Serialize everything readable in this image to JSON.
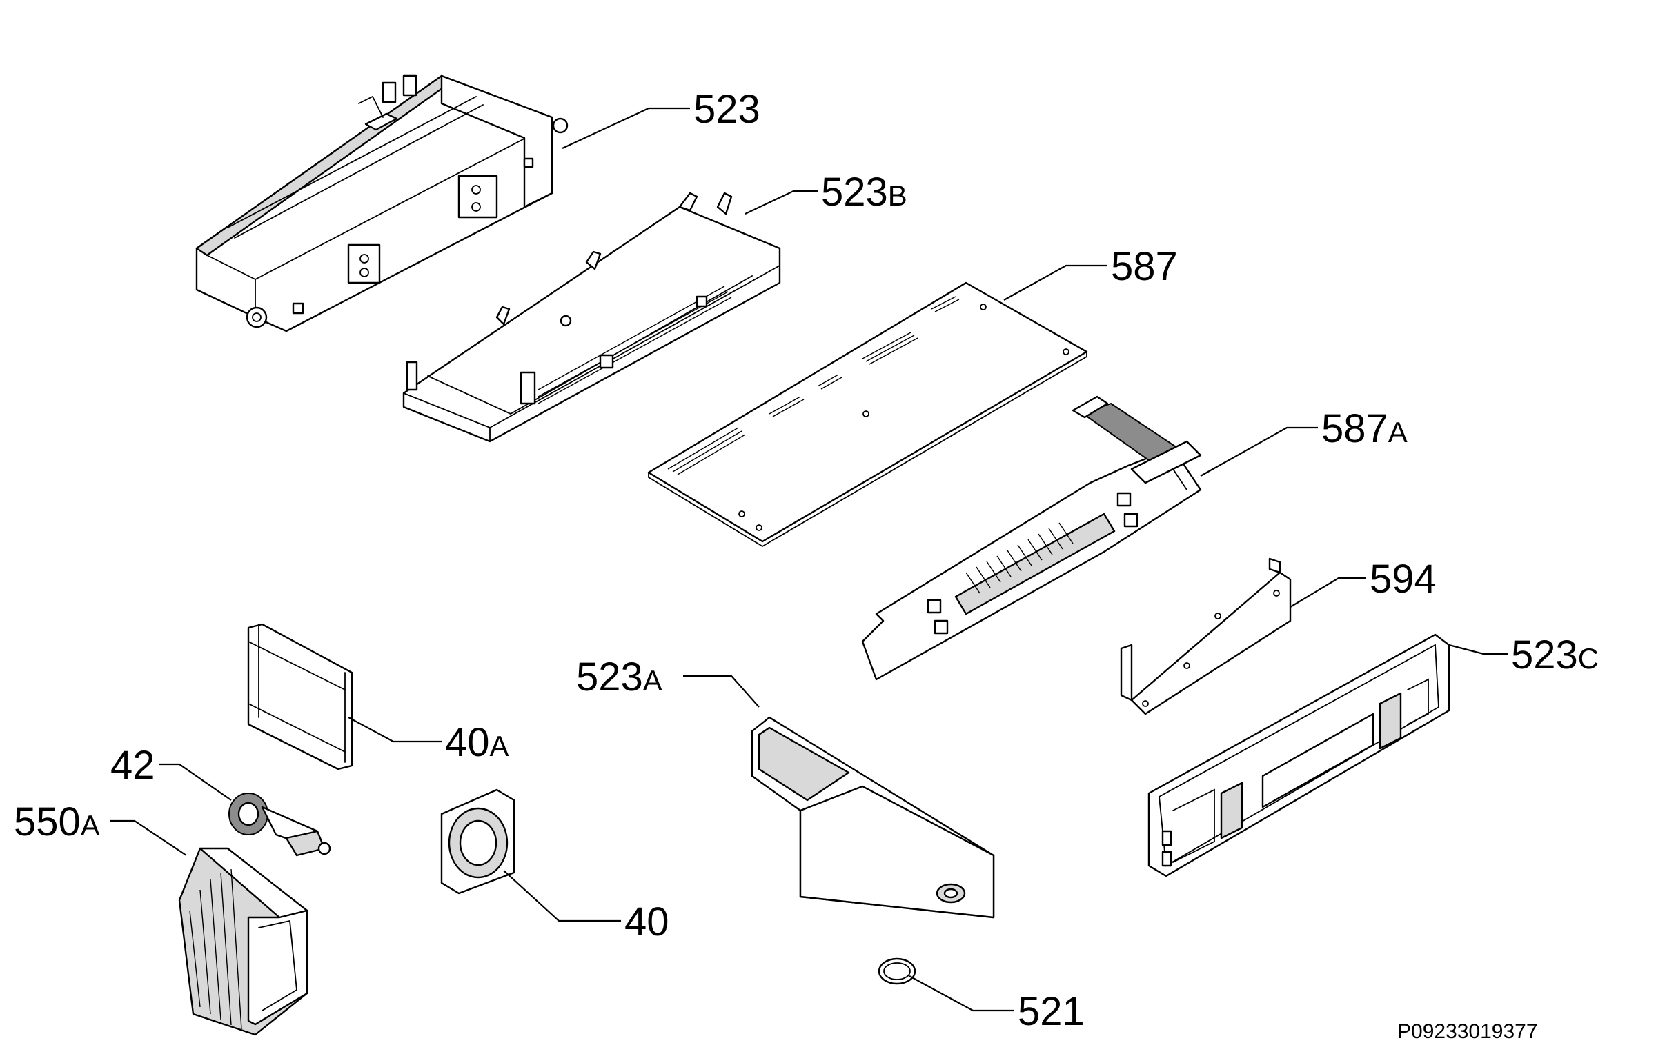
{
  "labels": {
    "p523": {
      "num": "523",
      "suffix": ""
    },
    "p523b": {
      "num": "523",
      "suffix": "B"
    },
    "p587": {
      "num": "587",
      "suffix": ""
    },
    "p587a": {
      "num": "587",
      "suffix": "A"
    },
    "p594": {
      "num": "594",
      "suffix": ""
    },
    "p523c": {
      "num": "523",
      "suffix": "C"
    },
    "p523a": {
      "num": "523",
      "suffix": "A"
    },
    "p40a": {
      "num": "40",
      "suffix": "A"
    },
    "p42": {
      "num": "42",
      "suffix": ""
    },
    "p550a": {
      "num": "550",
      "suffix": "A"
    },
    "p40": {
      "num": "40",
      "suffix": ""
    },
    "p521": {
      "num": "521",
      "suffix": ""
    }
  },
  "document_ref": "P09233019377"
}
